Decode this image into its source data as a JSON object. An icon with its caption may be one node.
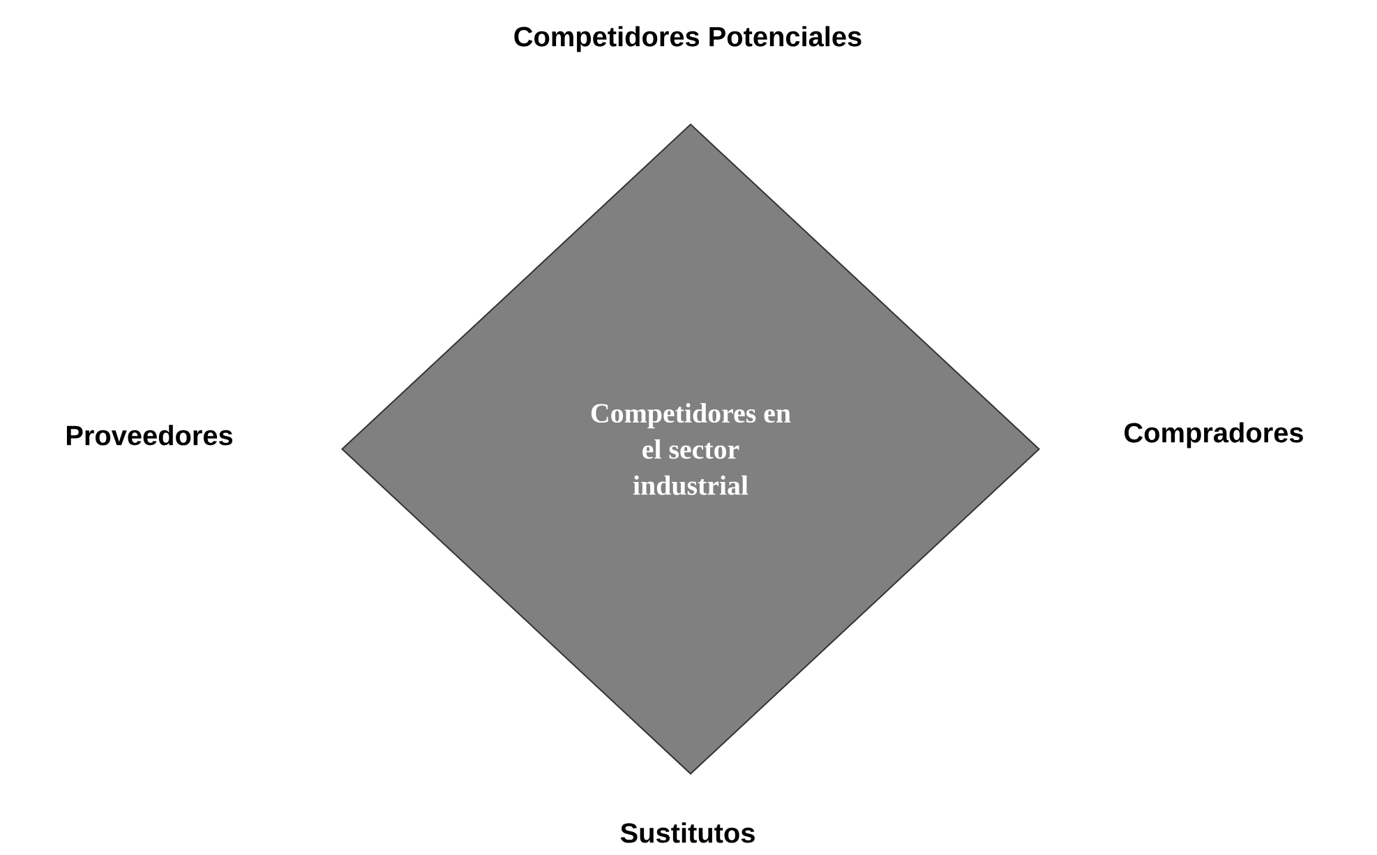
{
  "diagram": {
    "nodes": [
      {
        "text": [
          "Competidores en el sector industrial"
        ]
      }
    ],
    "labels": [
      "Competidores Potenciales",
      "Proveedores",
      "Compradores",
      "Sustitutos"
    ]
  }
}
